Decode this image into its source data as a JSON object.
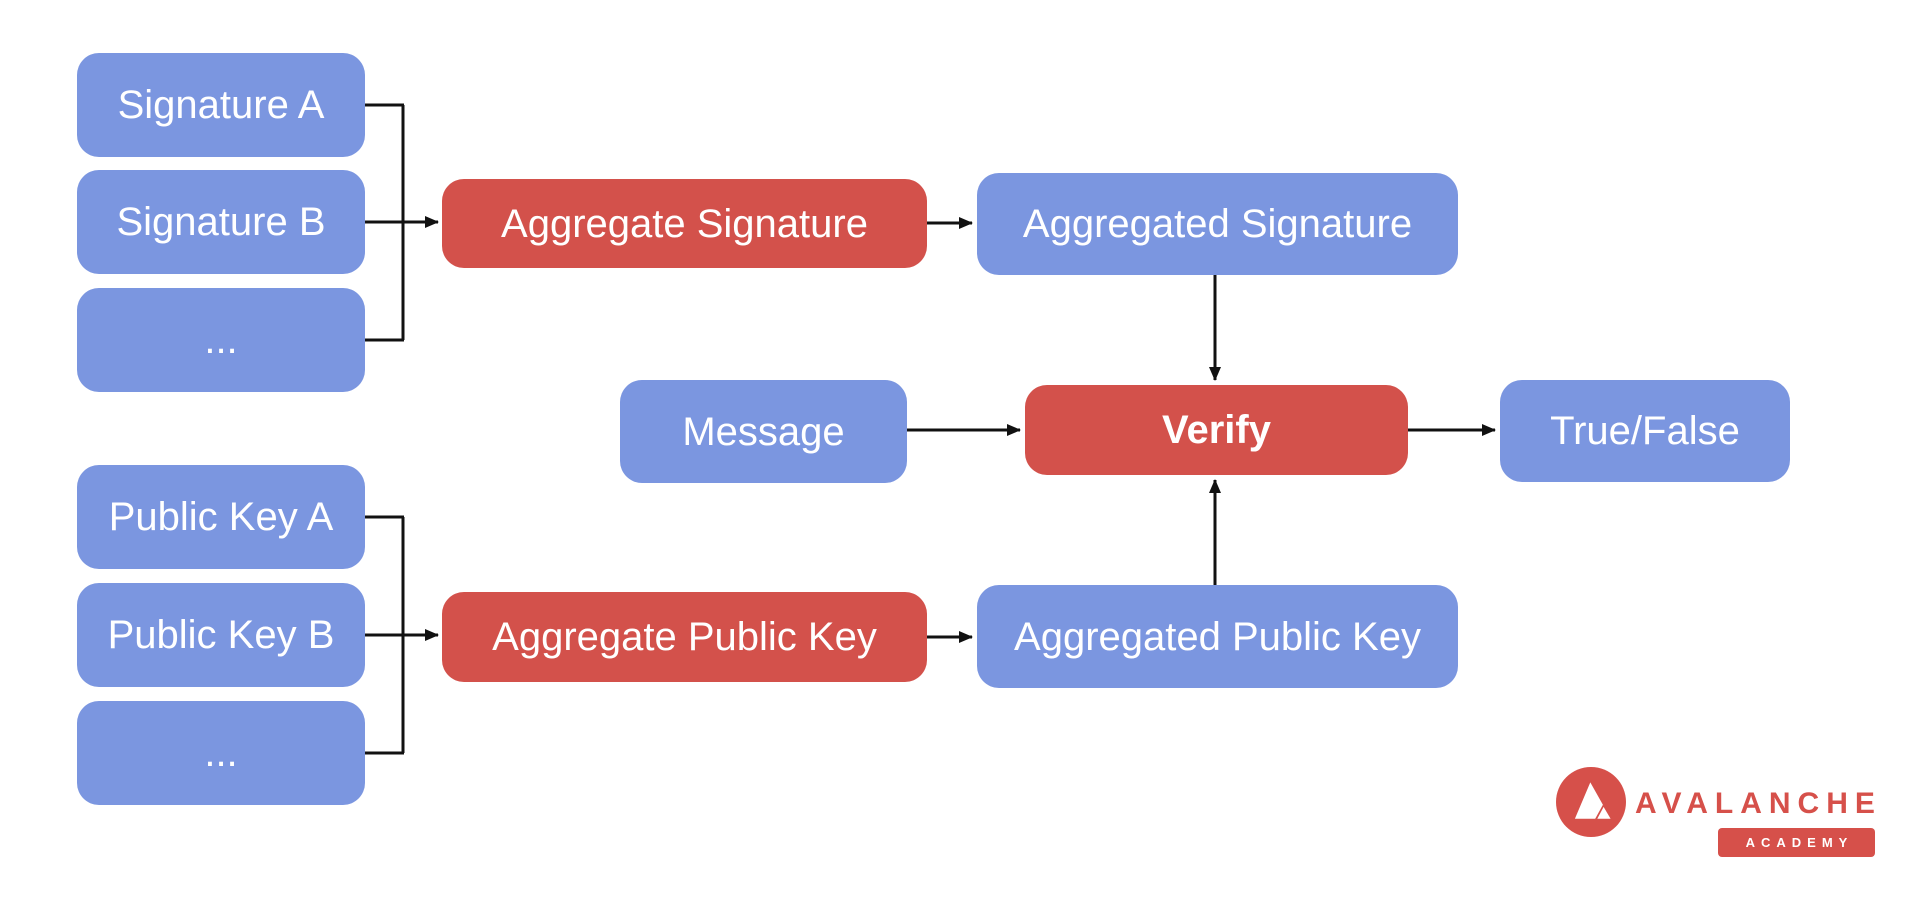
{
  "colors": {
    "node_blue": "#7b96e0",
    "node_red": "#d3514b",
    "connector": "#111111",
    "label": "#ffffff",
    "logo_red": "#d6504a",
    "bg": "#ffffff"
  },
  "diagram": {
    "nodes": {
      "signature_a": {
        "label": "Signature A"
      },
      "signature_b": {
        "label": "Signature B"
      },
      "signature_more": {
        "label": "..."
      },
      "public_key_a": {
        "label": "Public Key A"
      },
      "public_key_b": {
        "label": "Public Key B"
      },
      "public_key_more": {
        "label": "..."
      },
      "aggregate_signature": {
        "label": "Aggregate Signature"
      },
      "aggregated_signature": {
        "label": "Aggregated Signature"
      },
      "message": {
        "label": "Message"
      },
      "verify": {
        "label": "Verify"
      },
      "true_false": {
        "label": "True/False"
      },
      "aggregate_public_key": {
        "label": "Aggregate Public Key"
      },
      "aggregated_public_key": {
        "label": "Aggregated Public Key"
      }
    }
  },
  "logo": {
    "brand": "AVALANCHE",
    "badge": "ACADEMY"
  }
}
